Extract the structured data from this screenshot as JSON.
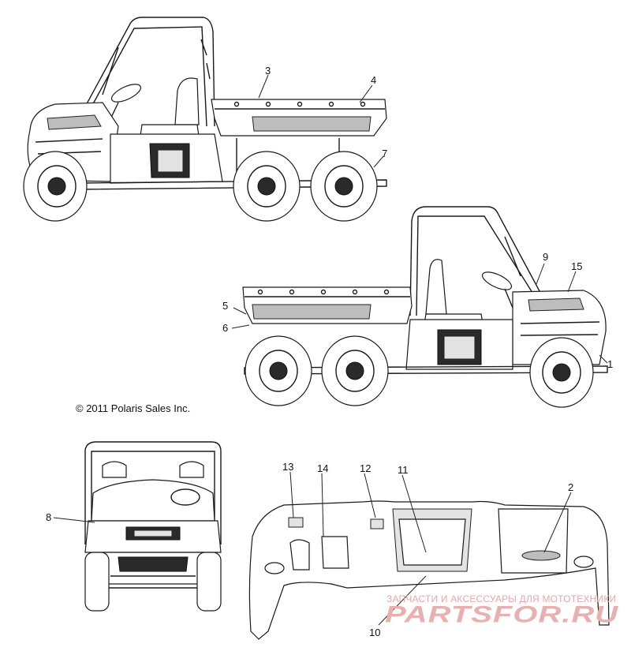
{
  "copyright": "© 2011 Polaris Sales Inc.",
  "watermark": {
    "line1": "ЗАПЧАСТИ И АКСЕССУАРЫ ДЛЯ МОТОТЕХНИКИ",
    "logo": "PARTSFOR.RU"
  },
  "callouts": [
    {
      "id": "c1",
      "label": "1"
    },
    {
      "id": "c2",
      "label": "2"
    },
    {
      "id": "c3",
      "label": "3"
    },
    {
      "id": "c4",
      "label": "4"
    },
    {
      "id": "c5",
      "label": "5"
    },
    {
      "id": "c6",
      "label": "6"
    },
    {
      "id": "c7",
      "label": "7"
    },
    {
      "id": "c8",
      "label": "8"
    },
    {
      "id": "c9",
      "label": "9"
    },
    {
      "id": "c10",
      "label": "10"
    },
    {
      "id": "c11",
      "label": "11"
    },
    {
      "id": "c12",
      "label": "12"
    },
    {
      "id": "c13",
      "label": "13"
    },
    {
      "id": "c14",
      "label": "14"
    },
    {
      "id": "c15",
      "label": "15"
    }
  ],
  "colors": {
    "line": "#1a1a1a",
    "watermark": "#e6a9a9",
    "background": "#ffffff"
  }
}
